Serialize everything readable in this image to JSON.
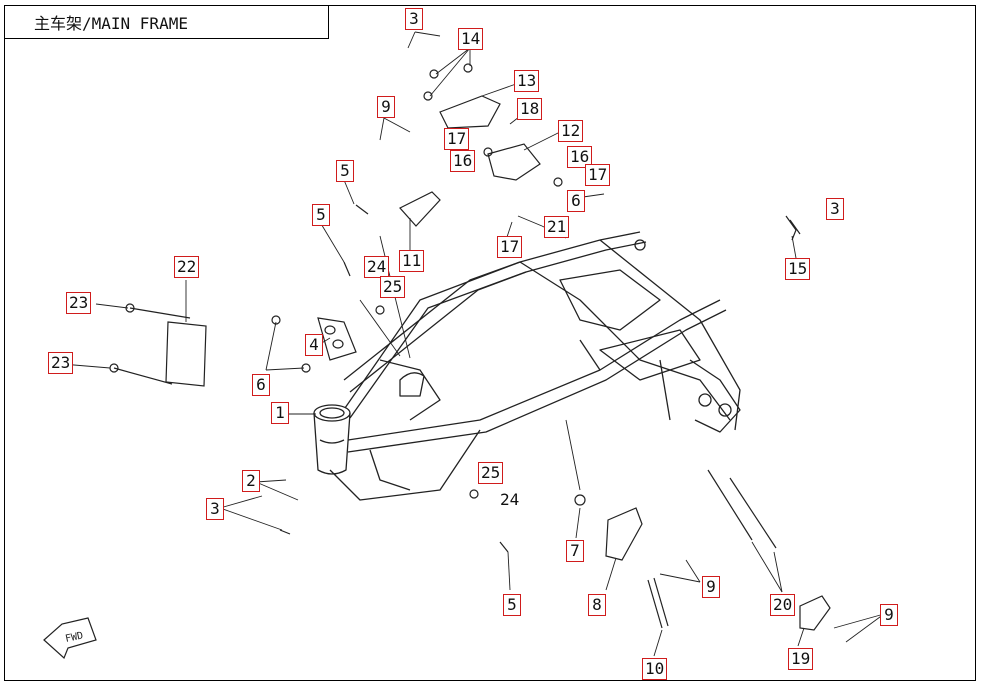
{
  "title": "主车架/MAIN FRAME",
  "fwd_label": "FWD",
  "colors": {
    "callout_border": "#d01c1c",
    "line": "#222222"
  },
  "callouts": [
    {
      "id": "c3a",
      "label": "3"
    },
    {
      "id": "c14",
      "label": "14"
    },
    {
      "id": "c13",
      "label": "13"
    },
    {
      "id": "c9a",
      "label": "9"
    },
    {
      "id": "c18",
      "label": "18"
    },
    {
      "id": "c12",
      "label": "12"
    },
    {
      "id": "c17a",
      "label": "17"
    },
    {
      "id": "c16a",
      "label": "16"
    },
    {
      "id": "c16b",
      "label": "16"
    },
    {
      "id": "c17b",
      "label": "17"
    },
    {
      "id": "c5a",
      "label": "5"
    },
    {
      "id": "c6a",
      "label": "6"
    },
    {
      "id": "c5b",
      "label": "5"
    },
    {
      "id": "c21",
      "label": "21"
    },
    {
      "id": "c17c",
      "label": "17"
    },
    {
      "id": "c3b",
      "label": "3"
    },
    {
      "id": "c15",
      "label": "15"
    },
    {
      "id": "c24a",
      "label": "24"
    },
    {
      "id": "c11",
      "label": "11"
    },
    {
      "id": "c25a",
      "label": "25"
    },
    {
      "id": "c22",
      "label": "22"
    },
    {
      "id": "c23a",
      "label": "23"
    },
    {
      "id": "c4",
      "label": "4"
    },
    {
      "id": "c23b",
      "label": "23"
    },
    {
      "id": "c6b",
      "label": "6"
    },
    {
      "id": "c1",
      "label": "1"
    },
    {
      "id": "c25b",
      "label": "25"
    },
    {
      "id": "c2",
      "label": "2"
    },
    {
      "id": "c24b",
      "label": "24"
    },
    {
      "id": "c3c",
      "label": "3"
    },
    {
      "id": "c7",
      "label": "7"
    },
    {
      "id": "c9b",
      "label": "9"
    },
    {
      "id": "c5c",
      "label": "5"
    },
    {
      "id": "c8",
      "label": "8"
    },
    {
      "id": "c20",
      "label": "20"
    },
    {
      "id": "c9c",
      "label": "9"
    },
    {
      "id": "c19",
      "label": "19"
    },
    {
      "id": "c10",
      "label": "10"
    }
  ]
}
